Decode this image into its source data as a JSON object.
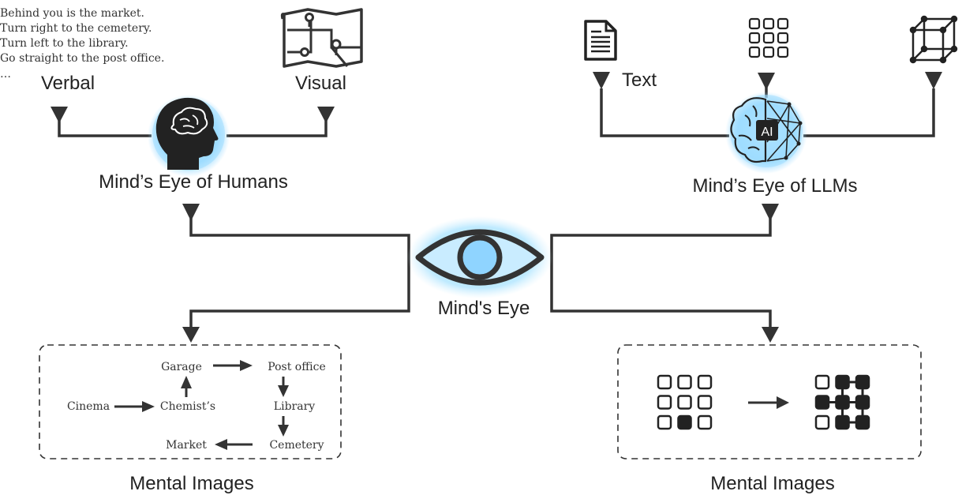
{
  "directions": {
    "line1": "Behind you is the market.",
    "line2": "Turn right to the cemetery.",
    "line3": "Turn left to the library.",
    "line4": "Go straight to the post office.",
    "line5": "…"
  },
  "humans": {
    "verbal_label": "Verbal",
    "visual_label": "Visual",
    "title": "Mind’s Eye of Humans"
  },
  "llms": {
    "text_label": "Text",
    "title": "Mind’s Eye of LLMs",
    "ai_badge": "AI"
  },
  "center": {
    "title": "Mind's Eye"
  },
  "mental_left": {
    "title": "Mental Images",
    "nodes": {
      "garage": "Garage",
      "post_office": "Post office",
      "cinema": "Cinema",
      "chemists": "Chemist’s",
      "library": "Library",
      "market": "Market",
      "cemetery": "Cemetery"
    }
  },
  "mental_right": {
    "title": "Mental Images"
  },
  "icons": {
    "document": "document-icon",
    "grid": "grid-icon",
    "cube": "cube-icon",
    "map": "map-icon",
    "head": "human-head-brain-icon",
    "ai_brain": "ai-brain-icon",
    "eye": "eye-icon"
  },
  "colors": {
    "glow": "#7fd3ff",
    "ink": "#333333"
  }
}
